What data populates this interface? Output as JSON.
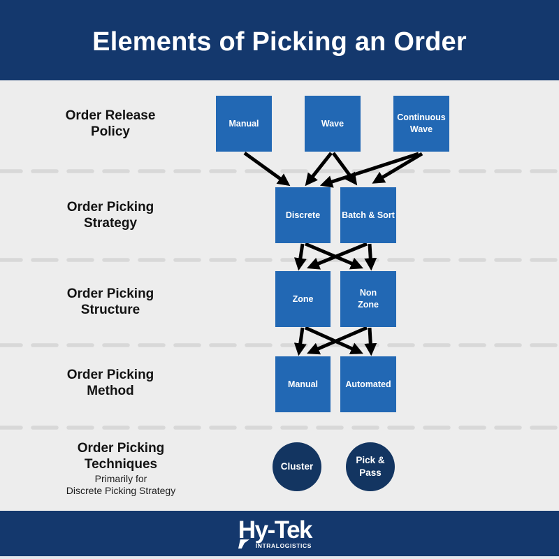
{
  "header": {
    "title": "Elements of Picking an Order"
  },
  "rows": [
    {
      "label": "Order Release Policy",
      "items": [
        "Manual",
        "Wave",
        "Continuous\nWave"
      ]
    },
    {
      "label": "Order Picking Strategy",
      "items": [
        "Discrete",
        "Batch & Sort"
      ]
    },
    {
      "label": "Order Picking Structure",
      "items": [
        "Zone",
        "Non\nZone"
      ]
    },
    {
      "label": "Order Picking Method",
      "items": [
        "Manual",
        "Automated"
      ]
    },
    {
      "label": "Order Picking Techniques",
      "subtitle": "Primarily for\nDiscrete Picking Strategy",
      "items": [
        "Cluster",
        "Pick &\nPass"
      ]
    }
  ],
  "footer": {
    "brand": "Hy-Tek",
    "tagline": "INTRALOGISTICS"
  },
  "colors": {
    "band_navy": "#14386d",
    "node_blue": "#2268b4",
    "technique_navy": "#133561",
    "background": "#ededed",
    "divider_gray": "#d8d8d8",
    "arrow_black": "#000000",
    "heading_text": "#131313",
    "node_text": "#ffffff"
  }
}
